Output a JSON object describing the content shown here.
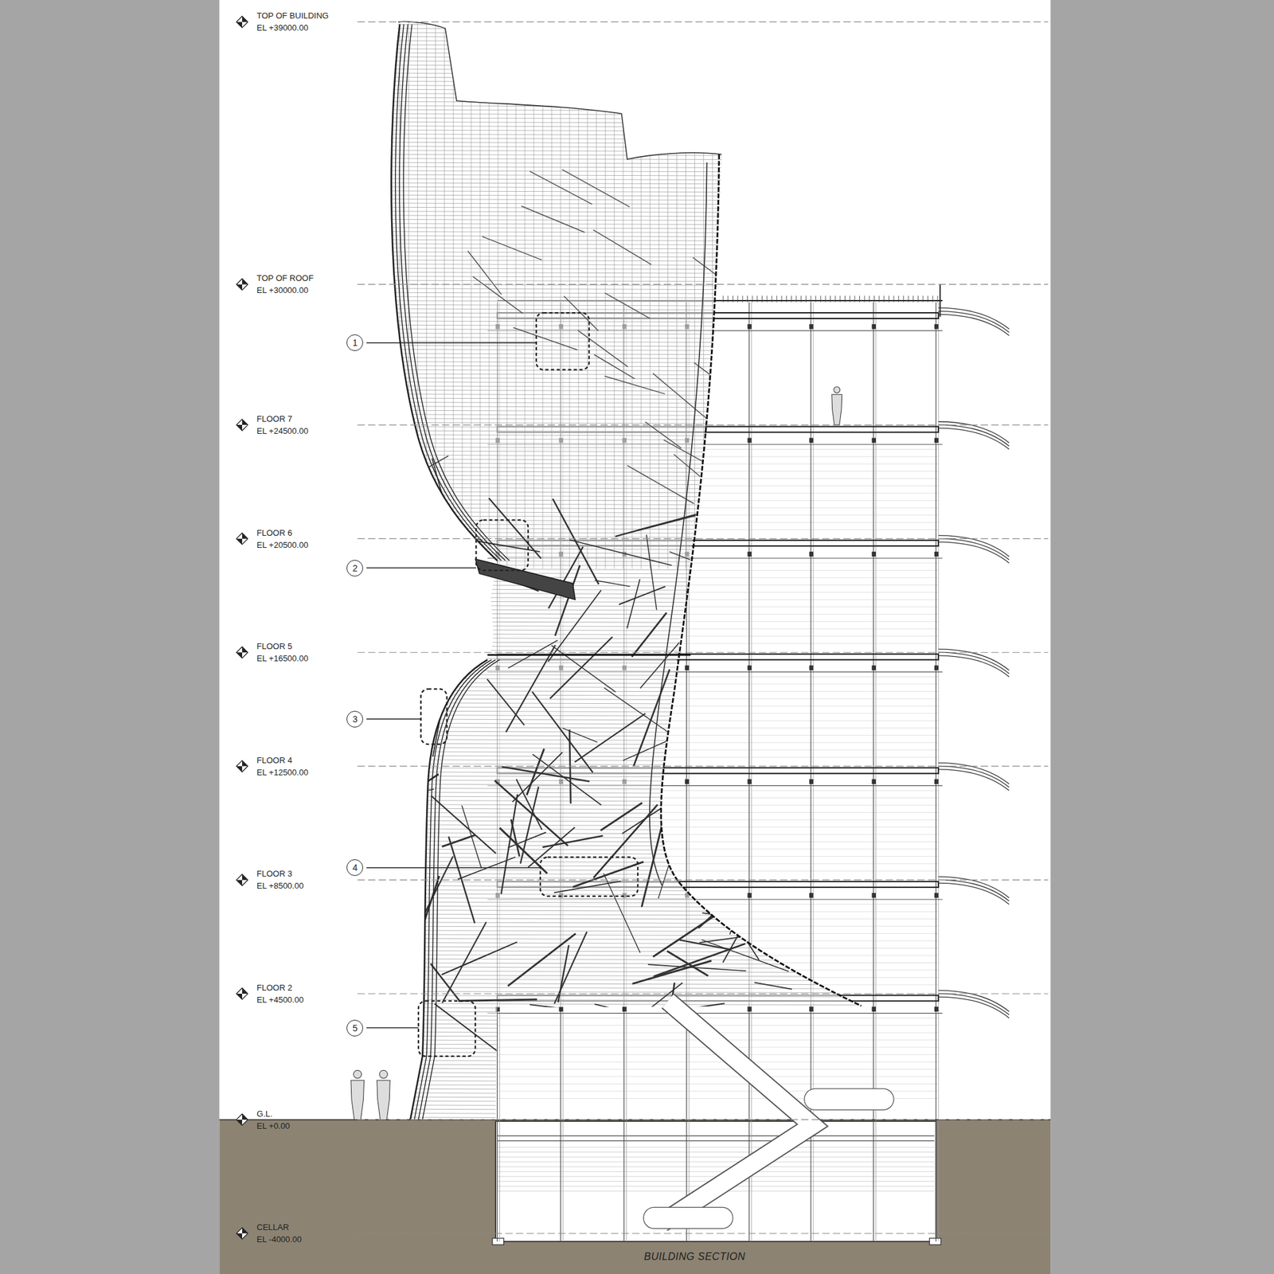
{
  "diagram": {
    "caption": "BUILDING SECTION",
    "nodes": [
      {
        "text": [
          "1"
        ]
      },
      {
        "text": [
          "2"
        ]
      },
      {
        "text": [
          "3"
        ]
      },
      {
        "text": [
          "4"
        ]
      },
      {
        "text": [
          "5"
        ]
      }
    ],
    "labels": [
      "TOP OF BUILDING",
      "EL +39000.00",
      "TOP OF ROOF",
      "EL +30000.00",
      "FLOOR 7",
      "EL +24500.00",
      "FLOOR 6",
      "EL +20500.00",
      "FLOOR 5",
      "EL +16500.00",
      "FLOOR 4",
      "EL +12500.00",
      "FLOOR 3",
      "EL +8500.00",
      "FLOOR 2",
      "EL +4500.00",
      "G.L.",
      "EL +0.00",
      "CELLAR",
      "EL -4000.00"
    ]
  }
}
